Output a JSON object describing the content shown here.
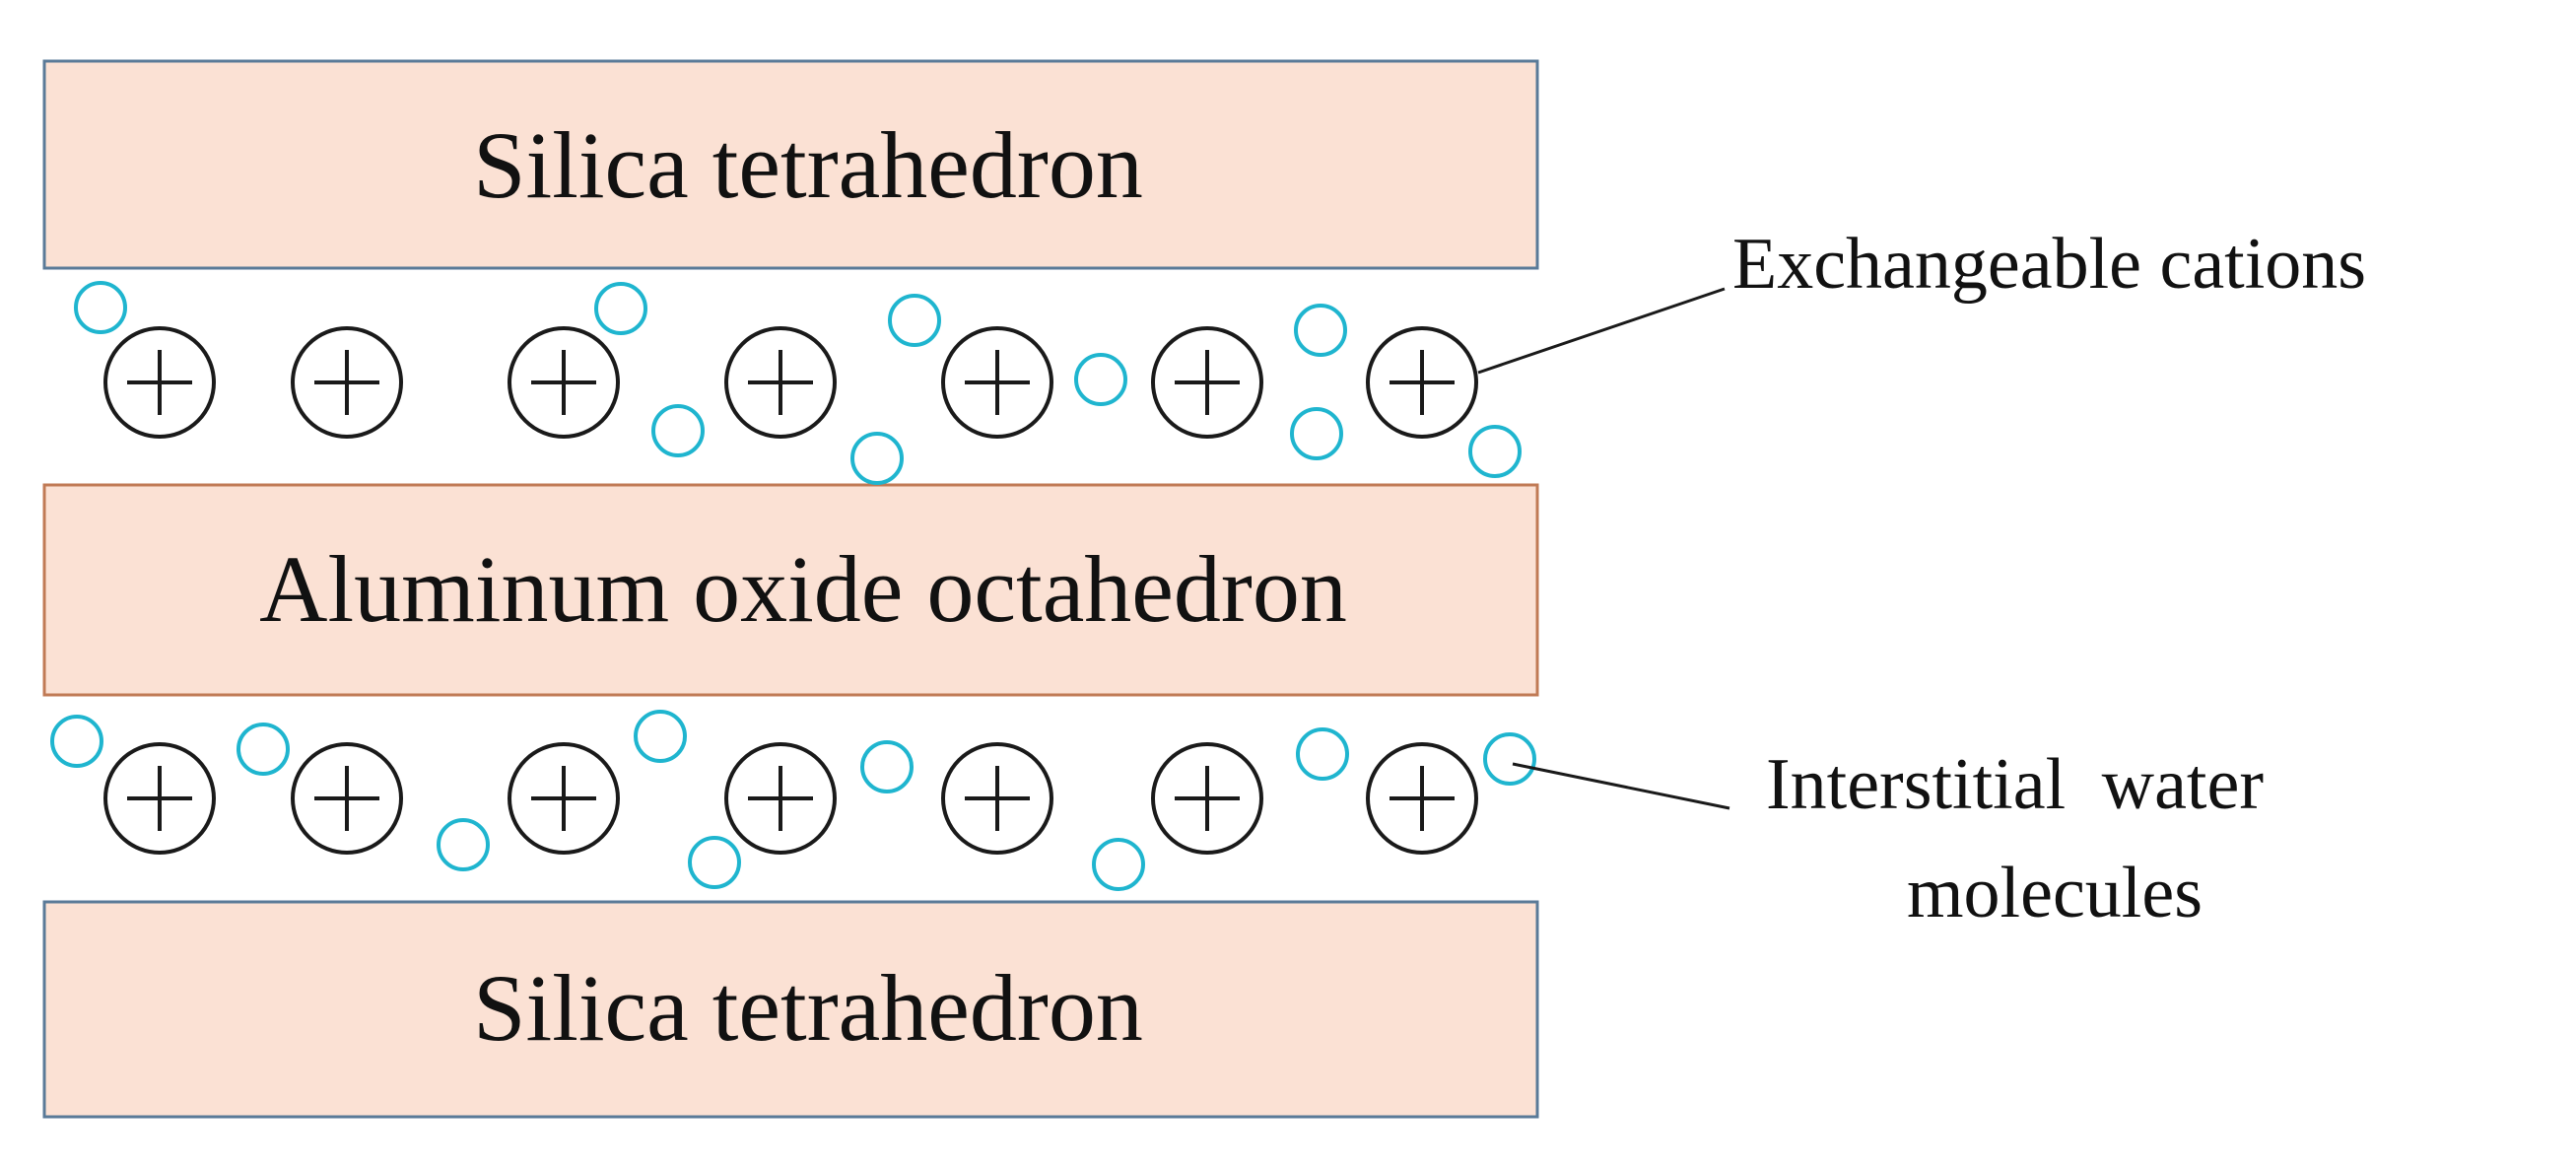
{
  "layers": {
    "top": {
      "label": "Silica tetrahedron"
    },
    "middle": {
      "label": "Aluminum oxide octahedron"
    },
    "bottom": {
      "label": "Silica tetrahedron"
    }
  },
  "callouts": {
    "cations": {
      "label": "Exchangeable cations"
    },
    "water": {
      "line1": "Interstitial water",
      "line2": "molecules"
    }
  },
  "legend_symbols": {
    "cation": "plus-in-circle",
    "water_molecule": "small-open-circle"
  },
  "colors": {
    "layer_fill": "#fbe1d4",
    "silica_border": "#5a7a98",
    "alumina_border": "#c07a55",
    "cation_stroke": "#1a1a1a",
    "water_stroke": "#1fb5cf",
    "callout_line": "#1a1a1a"
  }
}
